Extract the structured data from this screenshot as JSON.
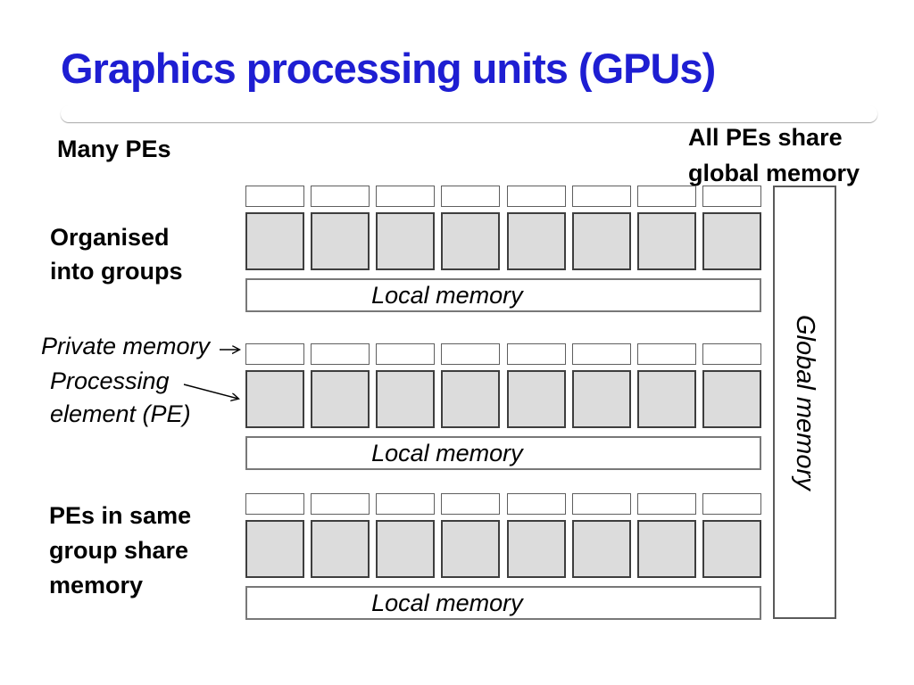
{
  "slide": {
    "title": "Graphics processing units (GPUs)",
    "title_color": "#1e1ed2",
    "accent_bar_color": "#ee730e",
    "background_color": "#ffffff"
  },
  "annotations": {
    "many_pes": "Many PEs",
    "all_pes_share": [
      "All PEs share",
      "global memory"
    ],
    "organised": [
      "Organised",
      "into groups"
    ],
    "private_memory": "Private memory",
    "processing_element": [
      "Processing",
      "element (PE)"
    ],
    "pes_in_same": [
      "PEs in same",
      "group share",
      "memory"
    ]
  },
  "diagram": {
    "group_count": 3,
    "pe_per_group": 8,
    "pe_fill_color": "#dcdcdc",
    "groups": [
      {
        "local_memory_label": "Local memory"
      },
      {
        "local_memory_label": "Local memory"
      },
      {
        "local_memory_label": "Local memory"
      }
    ],
    "global_memory_label": "Global memory"
  }
}
